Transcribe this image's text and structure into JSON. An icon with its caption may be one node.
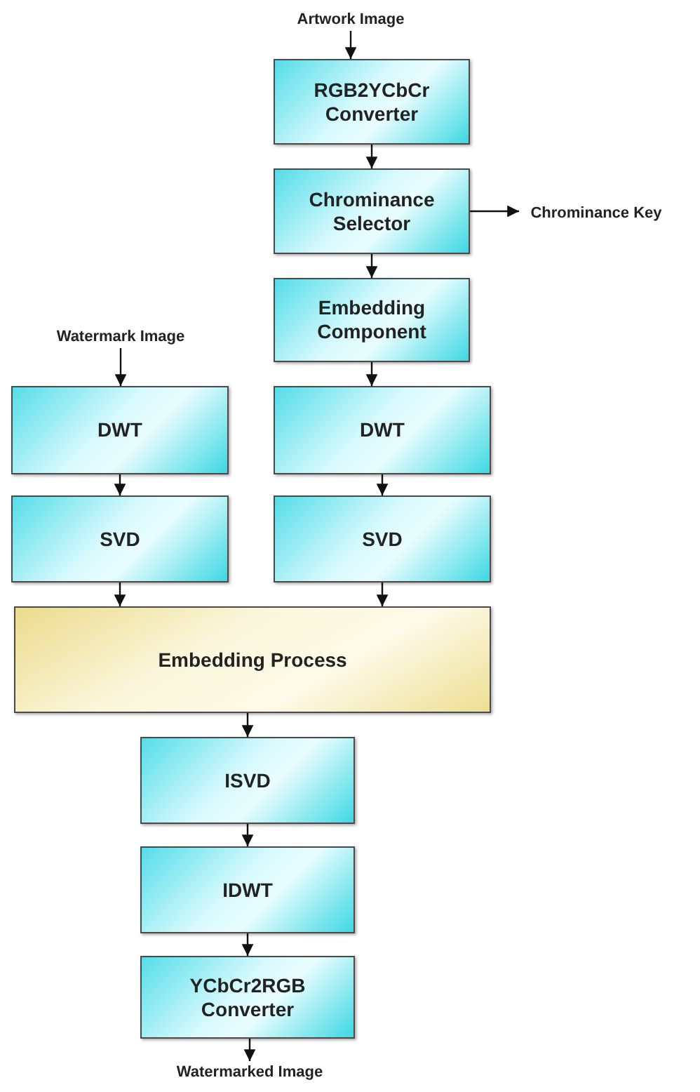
{
  "diagram": {
    "nodes": [
      {
        "text": [
          "Artwork Image"
        ]
      },
      {
        "text": [
          "RGB2YCbCr Converter"
        ]
      },
      {
        "text": [
          "Chrominance Selector"
        ]
      },
      {
        "text": [
          "Chrominance Key"
        ]
      },
      {
        "text": [
          "Embedding Component"
        ]
      },
      {
        "text": [
          "Watermark Image"
        ]
      },
      {
        "text": [
          "DWT"
        ]
      },
      {
        "text": [
          "DWT"
        ]
      },
      {
        "text": [
          "SVD"
        ]
      },
      {
        "text": [
          "SVD"
        ]
      },
      {
        "text": [
          "Embedding Process"
        ]
      },
      {
        "text": [
          "ISVD"
        ]
      },
      {
        "text": [
          "IDWT"
        ]
      },
      {
        "text": [
          "YCbCr2RGB Converter"
        ]
      },
      {
        "text": [
          "Watermarked Image"
        ]
      }
    ],
    "edges": [
      {
        "from": 0,
        "to": 1,
        "arrow": "to"
      },
      {
        "from": 1,
        "to": 2,
        "arrow": "to"
      },
      {
        "from": 2,
        "to": 3,
        "arrow": "to"
      },
      {
        "from": 2,
        "to": 4,
        "arrow": "to"
      },
      {
        "from": 5,
        "to": 6,
        "arrow": "to"
      },
      {
        "from": 4,
        "to": 7,
        "arrow": "to"
      },
      {
        "from": 6,
        "to": 8,
        "arrow": "to"
      },
      {
        "from": 7,
        "to": 9,
        "arrow": "to"
      },
      {
        "from": 8,
        "to": 10,
        "arrow": "to"
      },
      {
        "from": 9,
        "to": 10,
        "arrow": "to"
      },
      {
        "from": 10,
        "to": 11,
        "arrow": "to"
      },
      {
        "from": 11,
        "to": 12,
        "arrow": "to"
      },
      {
        "from": 12,
        "to": 13,
        "arrow": "to"
      },
      {
        "from": 13,
        "to": 14,
        "arrow": "to"
      }
    ]
  }
}
